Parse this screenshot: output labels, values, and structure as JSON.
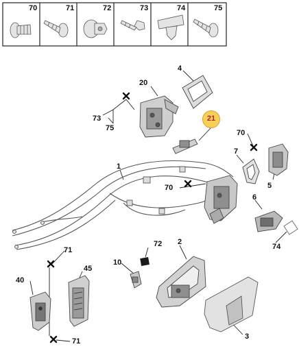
{
  "legend": {
    "parts": [
      {
        "ref": "70",
        "icon": "flange-bolt-icon"
      },
      {
        "ref": "71",
        "icon": "torx-screw-icon"
      },
      {
        "ref": "72",
        "icon": "flange-nut-icon"
      },
      {
        "ref": "73",
        "icon": "hex-bolt-icon"
      },
      {
        "ref": "74",
        "icon": "clip-icon"
      },
      {
        "ref": "75",
        "icon": "torx-screw-icon"
      }
    ]
  },
  "callouts": {
    "c4": "4",
    "c20": "20",
    "c21": "21",
    "c73": "73",
    "c75": "75",
    "c70a": "70",
    "c7": "7",
    "c5": "5",
    "c1": "1",
    "c70b": "70",
    "c6": "6",
    "c74": "74",
    "c71a": "71",
    "c72": "72",
    "c2": "2",
    "c10": "10",
    "c45": "45",
    "c40": "40",
    "c3": "3",
    "c71b": "71"
  },
  "highlight": {
    "ref": "21",
    "fill": "#f5cf5a",
    "text_color": "#a52a2a"
  }
}
